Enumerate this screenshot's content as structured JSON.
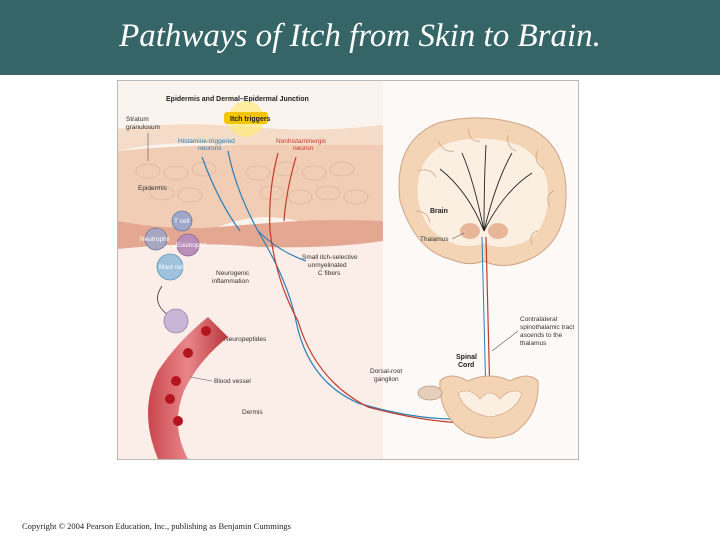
{
  "slide": {
    "title": "Pathways of Itch from Skin to Brain.",
    "copyright": "Copyright © 2004 Pearson Education, Inc., publishing as Benjamin Cummings"
  },
  "figure": {
    "heading": "Epidermis and Dermal–Epidermal Junction",
    "itch_triggers": "Itch triggers",
    "stratum_1": "Stratum",
    "stratum_2": "granulosum",
    "histamine_1": "Histamine-triggered",
    "histamine_2": "neurons",
    "nonhistamine_1": "Nonhistaminergic",
    "nonhistamine_2": "neuron",
    "epidermis": "Epidermis",
    "t_cell": "T cell",
    "neutrophil": "Neutrophil",
    "eosinophil": "Eosinophil",
    "mast_cell": "Mast cell",
    "neurogenic_1": "Neurogenic",
    "neurogenic_2": "inflammation",
    "small_fibers_1": "Small itch-selective",
    "small_fibers_2": "unmyelinated",
    "small_fibers_3": "C fibers",
    "neuropeptides": "Neuropeptides",
    "blood_vessel": "Blood vessel",
    "dermis": "Dermis",
    "brain": "Brain",
    "thalamus": "Thalamus",
    "spinal_1": "Spinal",
    "spinal_2": "Cord",
    "drg_1": "Dorsal-root",
    "drg_2": "ganglion",
    "contra_1": "Contralateral",
    "contra_2": "spinothalamic tract",
    "contra_3": "ascends to the",
    "contra_4": "thalamus"
  },
  "colors": {
    "title_bar": "#356567",
    "histamine_neuron": "#2a7fb8",
    "nonhistamine_neuron": "#c23a2a",
    "itch_trigger": "#f5c400"
  }
}
